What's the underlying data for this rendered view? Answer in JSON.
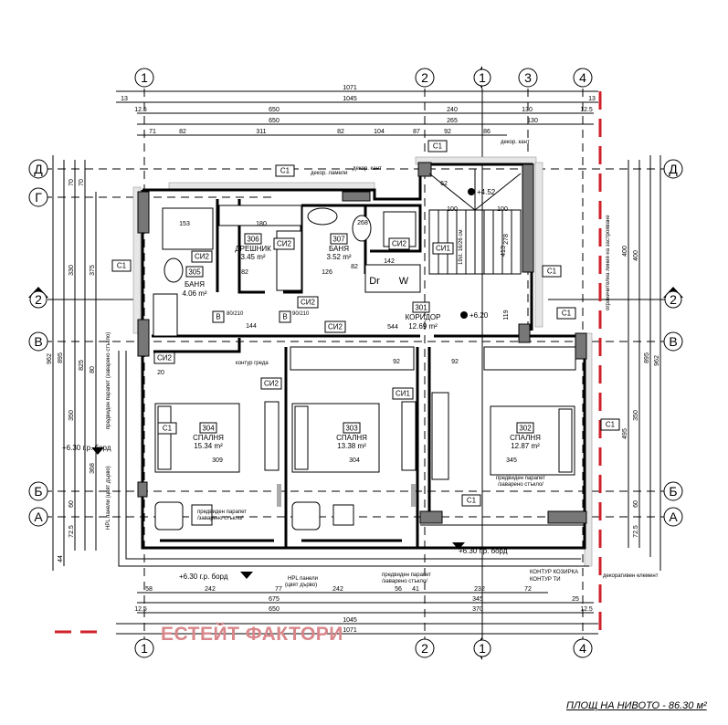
{
  "grid": {
    "columns": [
      "1",
      "2",
      "1",
      "3",
      "4"
    ],
    "rows": [
      "Д",
      "Г",
      "2",
      "В",
      "Б",
      "А"
    ],
    "bottom_columns": [
      "1",
      "2",
      "1",
      "4"
    ]
  },
  "dims_top": {
    "row1": [
      "1071"
    ],
    "row2": [
      "13",
      "1045",
      "13"
    ],
    "row3": [
      "12.5",
      "650",
      "240",
      "130",
      "12.5"
    ],
    "row4": [
      "650",
      "265",
      "130"
    ],
    "row5": [
      "71",
      "82",
      "311",
      "82",
      "104",
      "87",
      "92",
      "86"
    ]
  },
  "dims_bottom": {
    "row1": [
      "58",
      "242",
      "77",
      "242",
      "56",
      "41",
      "232",
      "72"
    ],
    "row2": [
      "675",
      "345",
      "25"
    ],
    "row3": [
      "12.5",
      "650",
      "370",
      "12.5"
    ],
    "row4": [
      "1045"
    ],
    "row5": [
      "1071"
    ]
  },
  "dims_left": [
    "962",
    "895",
    "70",
    "330",
    "350",
    "60",
    "72.5",
    "70",
    "825",
    "375",
    "80",
    "368",
    "44"
  ],
  "dims_right": [
    "400",
    "495",
    "400",
    "350",
    "60",
    "72.5",
    "895",
    "962"
  ],
  "rooms": [
    {
      "number": "305",
      "name": "БАНЯ",
      "area": "4.06 m²"
    },
    {
      "number": "306",
      "name": "ДРЕШНИК",
      "area": "3.45 m²"
    },
    {
      "number": "307",
      "name": "БАНЯ",
      "area": "3.52 m²"
    },
    {
      "number": "301",
      "name": "КОРИДОР",
      "area": "12.69 m²"
    },
    {
      "number": "304",
      "name": "СПАЛНЯ",
      "area": "15.34 m²"
    },
    {
      "number": "303",
      "name": "СПАЛНЯ",
      "area": "13.38 m²"
    },
    {
      "number": "302",
      "name": "СПАЛНЯ",
      "area": "12.87 m²"
    }
  ],
  "tags": [
    "C1",
    "C1",
    "C1",
    "C1",
    "C1",
    "C1",
    "C1",
    "C1",
    "СИ2",
    "СИ2",
    "СИ2",
    "СИ1",
    "СИ2",
    "СИ2",
    "СИ2",
    "СИ2",
    "СИ1",
    "B",
    "B",
    "Dr",
    "W"
  ],
  "door_sizes": [
    "80/210",
    "90/210"
  ],
  "inner_dims": [
    "153",
    "180",
    "126",
    "82",
    "82",
    "144",
    "92",
    "92",
    "309",
    "304",
    "345",
    "62",
    "100",
    "100",
    "278",
    "413",
    "119",
    "268",
    "142",
    "544",
    "20"
  ],
  "levels": [
    "+4.52",
    "+6.20",
    "+6.30 г.р. борд",
    "+6.30 г.р. борд",
    "+6.30 г.р. борд"
  ],
  "notes": {
    "decor_slats": "декор. ламели",
    "decor_edge_1": "декор. кант",
    "decor_edge_2": "декор. кант",
    "beam_contour": "контур греда",
    "stairs": "19st. 16/26 см",
    "hpl_1": "HPL панели",
    "hpl_1b": "(цвят дърво)",
    "hpl_2": "HPL панели (цвят дърво)",
    "parapet_1": "предвиден парапет",
    "parapet_1b": "/заварено стъкло/",
    "parapet_2": "предвиден парапет",
    "parapet_2b": "/заварено стъкло/",
    "parapet_3": "предвиден парапет",
    "parapet_3b": "/заварено стъкло/",
    "parapet_left": "предвиден парапет (заварено стъкло)",
    "canopy_contour": "КОНТУР КОЗИРКА",
    "ti_contour": "КОНТУР ТИ",
    "decor_element": "декоративен елемент",
    "building_line": "ограничителна линия на застрояване"
  },
  "watermark": "ЕСТЕЙТ ФАКТОРИ",
  "level_area": "ПЛОЩ НА НИВОТО - 86.30 м²",
  "colors": {
    "building_line": "#d0202a",
    "watermark": "#d9868a",
    "pier": "#777777"
  }
}
